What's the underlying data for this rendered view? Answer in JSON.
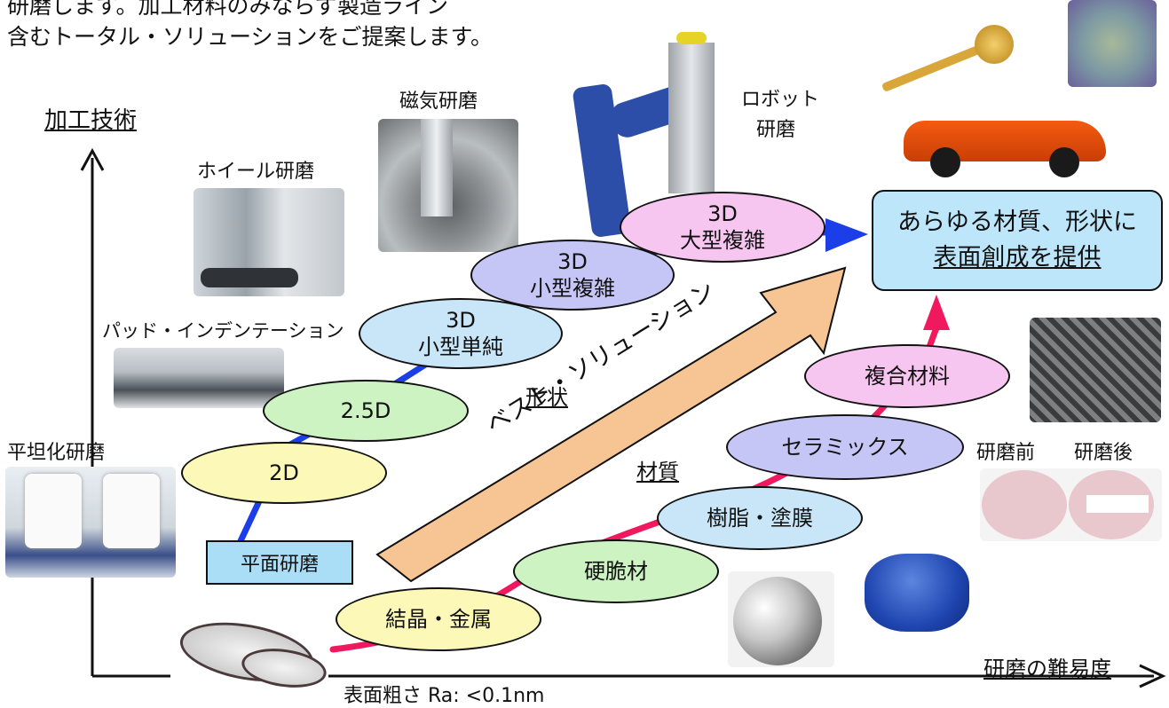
{
  "intro": {
    "line1": "研磨します。加工材料のみならず製造ライン",
    "line2": "含むトータル・ソリューションをご提案します。"
  },
  "axes": {
    "y_label": "加工技術",
    "x_label": "研磨の難易度",
    "roughness": "表面粗さ Ra: <0.1nm"
  },
  "technique_labels": {
    "flat": "平坦化研磨",
    "pad": "パッド・インデンテーション",
    "wheel": "ホイール研磨",
    "magnetic": "磁気研磨",
    "robot_1": "ロボット",
    "robot_2": "研磨"
  },
  "shape_chain": {
    "caption": "形状",
    "items": [
      {
        "id": "flat",
        "text": "平面研磨"
      },
      {
        "id": "2d",
        "text": "2D"
      },
      {
        "id": "25d",
        "text": "2.5D"
      },
      {
        "id": "3d-simple-1",
        "text": "3D"
      },
      {
        "id": "3d-simple-2",
        "text": "小型単純"
      },
      {
        "id": "3d-complex-1",
        "text": "3D"
      },
      {
        "id": "3d-complex-2",
        "text": "小型複雑"
      },
      {
        "id": "3d-large-1",
        "text": "3D"
      },
      {
        "id": "3d-large-2",
        "text": "大型複雑"
      }
    ]
  },
  "material_chain": {
    "caption": "材質",
    "items": [
      "結晶・金属",
      "硬脆材",
      "樹脂・塗膜",
      "セラミックス",
      "複合材料"
    ]
  },
  "best_solution": "ベスト・ソリューション",
  "goal": {
    "line1": "あらゆる材質、形状に",
    "line2": "表面創成を提供"
  },
  "before_after": {
    "before": "研磨前",
    "after": "研磨後"
  },
  "colors": {
    "yellow": "#fbf8b8",
    "green": "#cdf3c3",
    "blue_light": "#c9e6f8",
    "lavender": "#c6c6f6",
    "pink": "#f6c6f0",
    "flat_box": "#a9def6",
    "goal_box": "#bde6fb",
    "arrow_fill": "#f7c594",
    "blue_line": "#1c3ee8",
    "pink_line": "#f0185e"
  }
}
